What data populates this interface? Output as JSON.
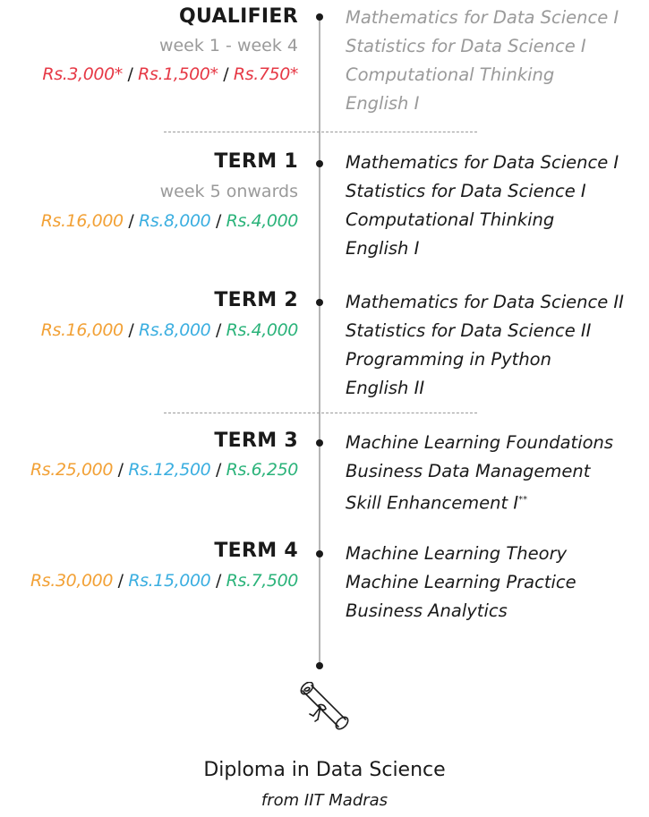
{
  "colors": {
    "qualifier_fee": "#e63946",
    "fee_tier_1": "#f2a136",
    "fee_tier_2": "#3aaee0",
    "fee_tier_3": "#2bb37a",
    "muted_text": "#9a9a9a",
    "line": "#b5b5b5"
  },
  "separator": "/",
  "stages": {
    "qualifier": {
      "title": "QUALIFIER",
      "subtitle": "week 1 - week 4",
      "fees": [
        "Rs.3,000*",
        "Rs.1,500*",
        "Rs.750*"
      ],
      "courses": [
        "Mathematics for Data Science I",
        "Statistics for Data Science I",
        "Computational Thinking",
        "English I"
      ]
    },
    "term1": {
      "title": "TERM 1",
      "subtitle": "week 5 onwards",
      "fees": [
        "Rs.16,000",
        "Rs.8,000",
        "Rs.4,000"
      ],
      "courses": [
        "Mathematics for Data Science I",
        "Statistics for Data Science I",
        "Computational Thinking",
        "English I"
      ]
    },
    "term2": {
      "title": "TERM 2",
      "fees": [
        "Rs.16,000",
        "Rs.8,000",
        "Rs.4,000"
      ],
      "courses": [
        "Mathematics for Data Science II",
        "Statistics for Data Science II",
        "Programming in Python",
        "English II"
      ]
    },
    "term3": {
      "title": "TERM 3",
      "fees": [
        "Rs.25,000",
        "Rs.12,500",
        "Rs.6,250"
      ],
      "courses": [
        "Machine Learning Foundations",
        "Business Data Management",
        "Skill Enhancement I"
      ],
      "footnote_mark": "**"
    },
    "term4": {
      "title": "TERM 4",
      "fees": [
        "Rs.30,000",
        "Rs.15,000",
        "Rs.7,500"
      ],
      "courses": [
        "Machine Learning Theory",
        "Machine Learning Practice",
        "Business Analytics"
      ]
    }
  },
  "footer": {
    "icon": "diploma-scroll-icon",
    "title": "Diploma in Data Science",
    "subtitle": "from IIT Madras"
  }
}
